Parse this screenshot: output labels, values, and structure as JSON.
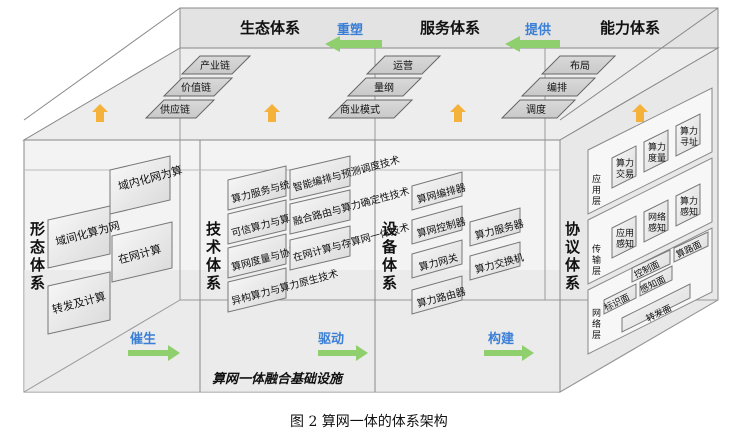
{
  "top_layers": {
    "ecology": "生态体系",
    "service": "服务体系",
    "capability": "能力体系"
  },
  "top_arrows": {
    "left": "重塑",
    "right": "提供"
  },
  "top_panels": {
    "ecology": [
      "产业链",
      "价值链",
      "供应链"
    ],
    "service": [
      "运营",
      "量纲",
      "商业模式"
    ],
    "capability": [
      "布局",
      "编排",
      "调度"
    ]
  },
  "columns": {
    "form": "形态体系",
    "tech": "技术体系",
    "device": "设备体系",
    "protocol": "协议体系"
  },
  "form_items": [
    "域内化网为算",
    "域间化算为网",
    "在网计算",
    "转发及计算"
  ],
  "tech_items": [
    "算力服务与统一交易技术",
    "智能编排与预测调度技术",
    "可信算力与算网安全技术",
    "融合路由与算力确定性技术",
    "算网度量与协同感知技术",
    "在网计算与存算网一体技术",
    "异构算力与算力原生技术"
  ],
  "device_items": [
    "算网编排器",
    "算网控制器",
    "算力服务器",
    "算力网关",
    "算力交换机",
    "算力路由器"
  ],
  "protocol": {
    "app_layer": "应用层",
    "transport_layer": "传输层",
    "network_layer": "网络层",
    "app_items": [
      "算力交易",
      "算力度量",
      "算力寻址"
    ],
    "transport_items": [
      "应用感知",
      "网络感知",
      "算力感知"
    ],
    "network_items": [
      "控制面",
      "算路面",
      "标识面",
      "感知面",
      "转发面"
    ]
  },
  "bottom_arrows": [
    "催生",
    "驱动",
    "构建"
  ],
  "base_label": "算网一体融合基础设施",
  "caption": "图 2 算网一体的体系架构",
  "colors": {
    "green_arrow": "#8fcf6e",
    "orange_arrow": "#f5b23a",
    "blue_text": "#3a7fd6",
    "panel": "#d4d4d4",
    "box_fill": "#eeeeee"
  }
}
